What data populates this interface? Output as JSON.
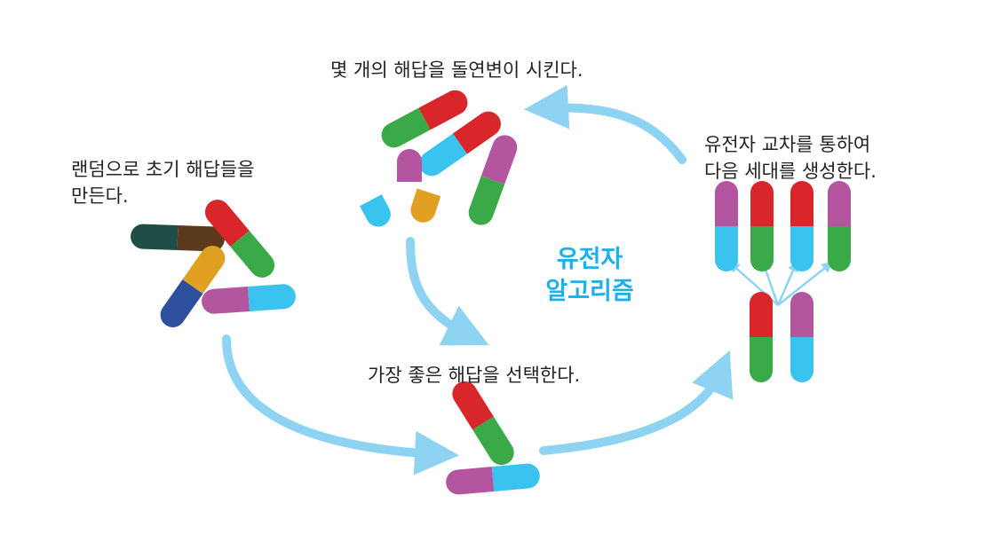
{
  "center_title": {
    "line1": "유전자",
    "line2": "알고리즘"
  },
  "steps": {
    "initial": {
      "line1": "랜덤으로 초기 해답들을",
      "line2": "만든다."
    },
    "mutation": {
      "text": "몇 개의 해답을 돌연변이 시킨다."
    },
    "selection": {
      "text": "가장 좋은 해답을 선택한다."
    },
    "crossover": {
      "line1": "유전자 교차를 통하여",
      "line2": "다음 세대를 생성한다."
    }
  },
  "colors": {
    "arrow": "#8fd3f2",
    "red": "#d8262b",
    "green": "#3aaa49",
    "cyan": "#39c3ee",
    "purple": "#b455a0",
    "orange": "#e0a021",
    "navy": "#2e4f9c",
    "brown": "#5c3a1e",
    "dark_teal": "#1f4e46",
    "title": "#1fb0e8"
  }
}
